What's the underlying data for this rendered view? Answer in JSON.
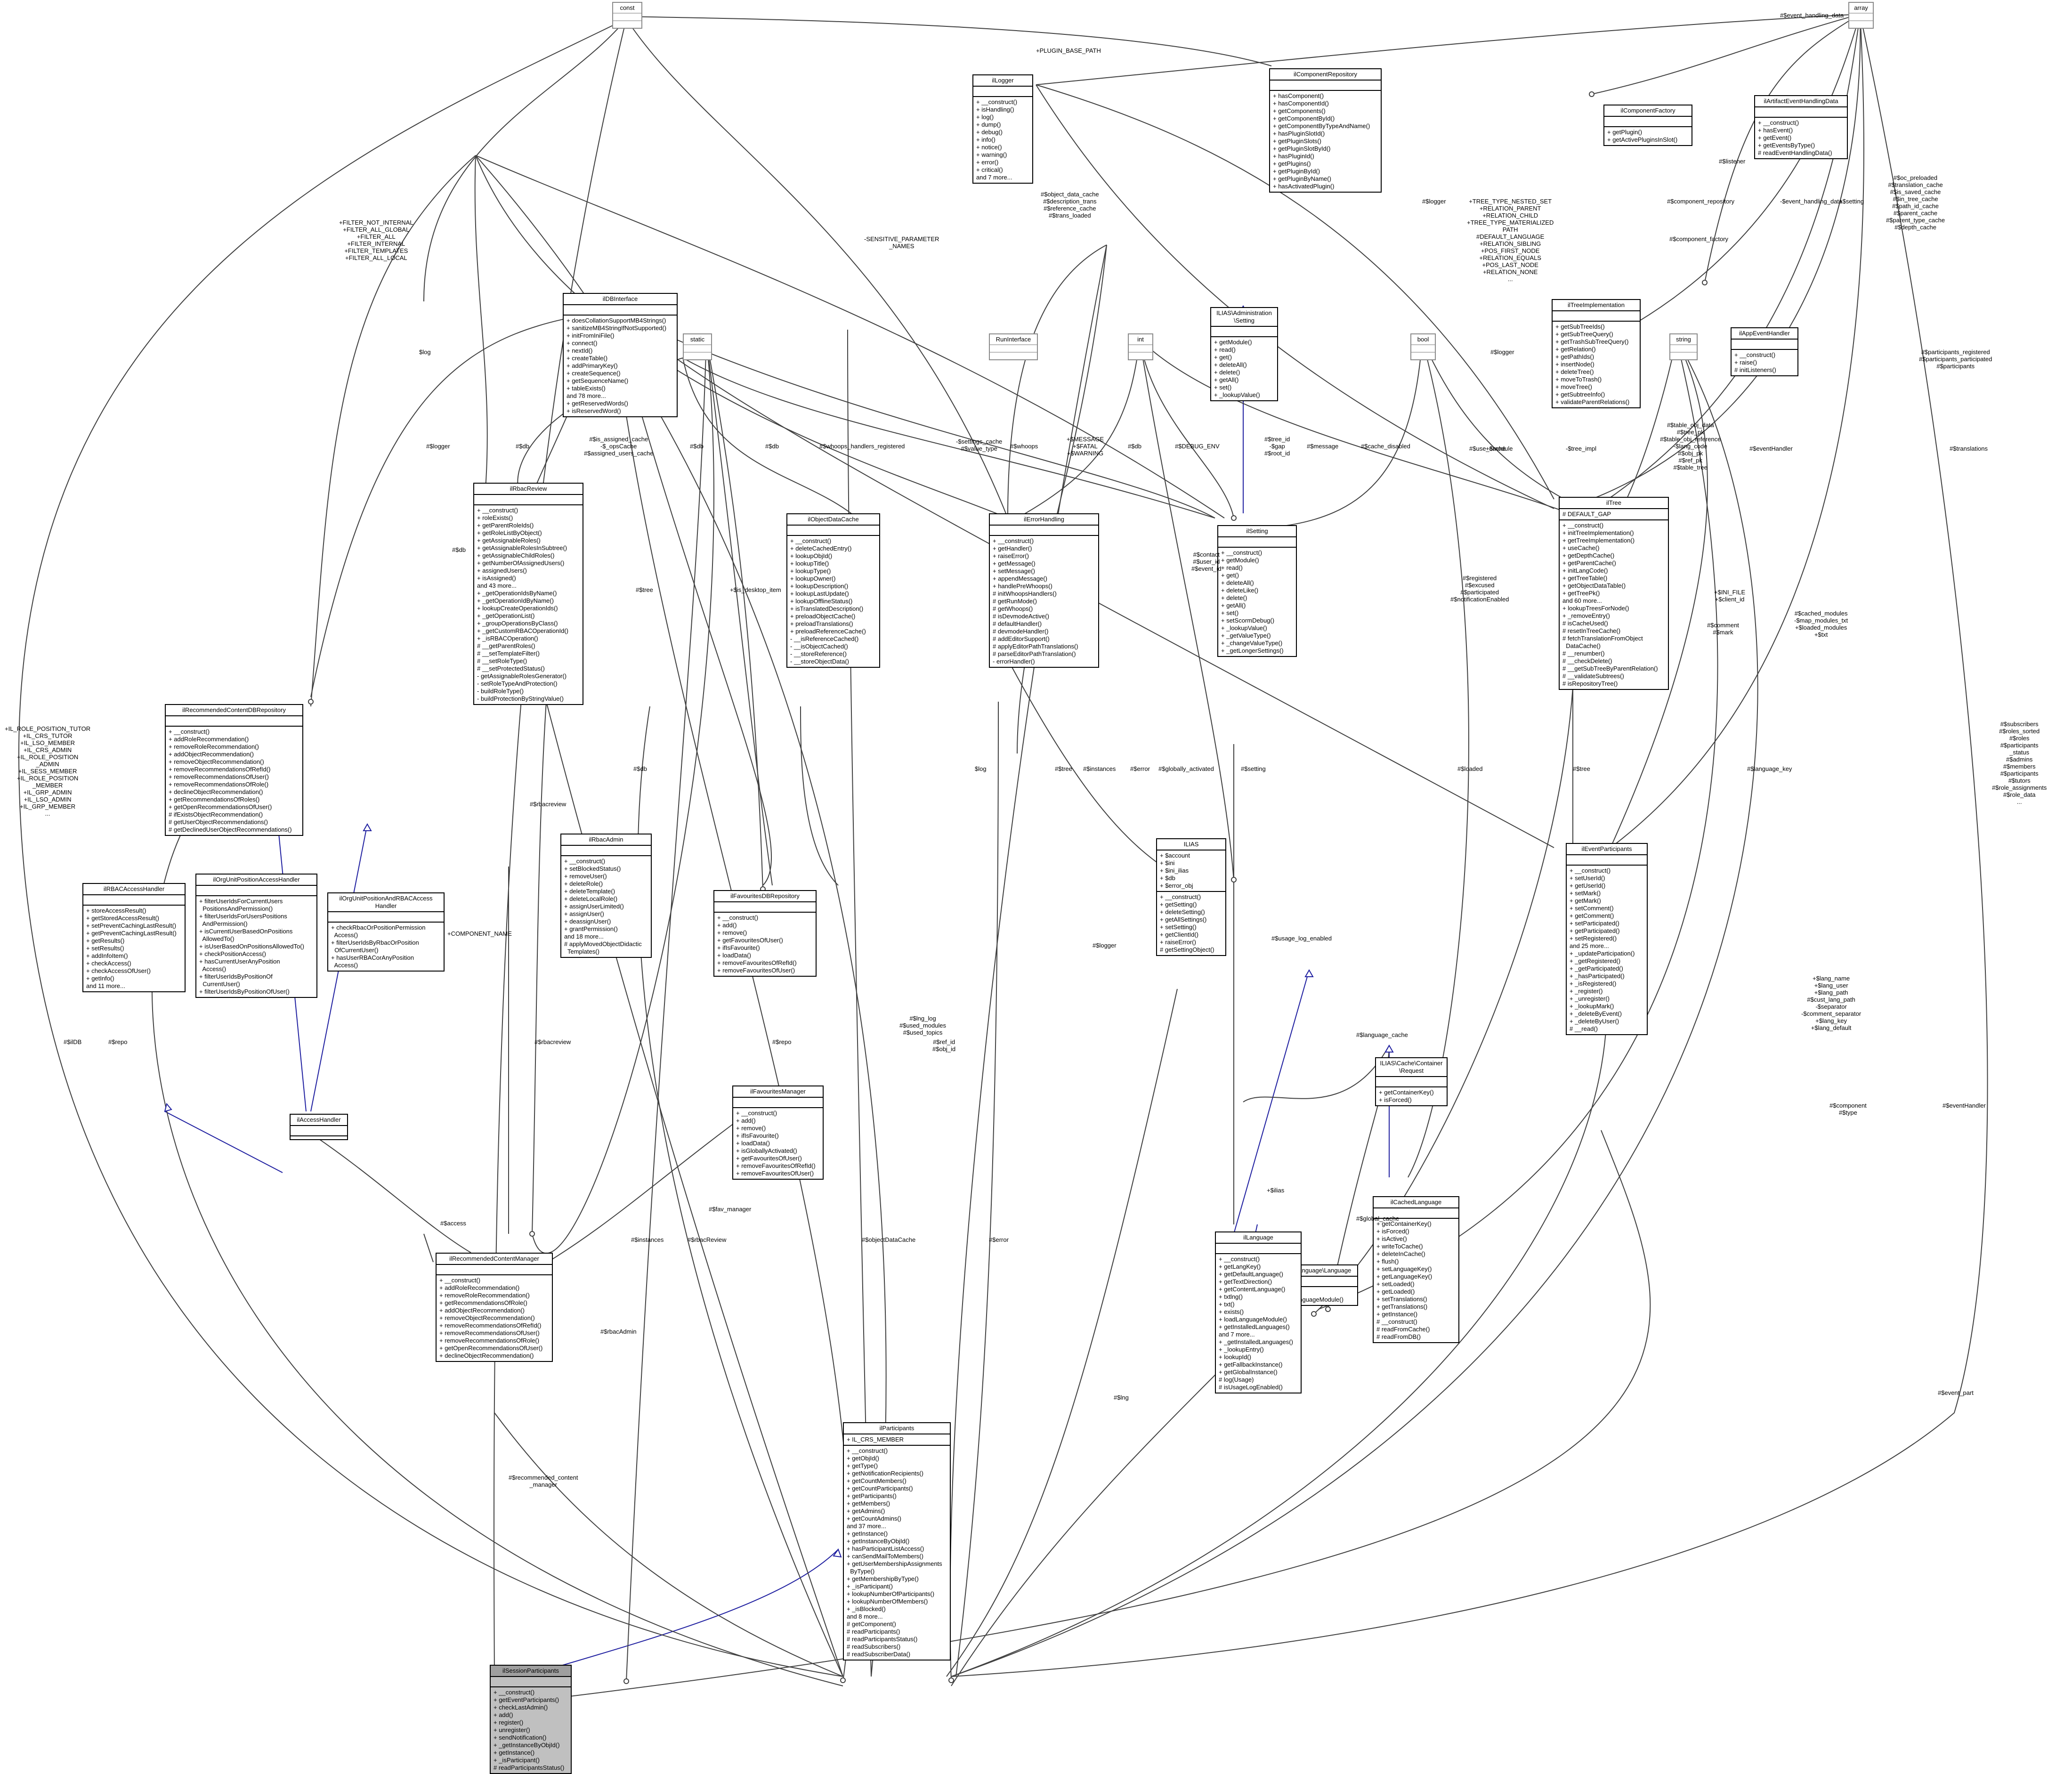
{
  "classes": {
    "const": {
      "name": "const"
    },
    "array": {
      "name": "array"
    },
    "static": {
      "name": "static"
    },
    "runinterface": {
      "name": "RunInterface"
    },
    "int": {
      "name": "int"
    },
    "bool": {
      "name": "bool"
    },
    "string": {
      "name": "string"
    },
    "illogger": {
      "name": "ilLogger",
      "attrs": "",
      "ops": "+ __construct()\n+ isHandling()\n+ log()\n+ dump()\n+ debug()\n+ info()\n+ notice()\n+ warning()\n+ error()\n+ critical()\nand 7 more..."
    },
    "ilcomponentrepository": {
      "name": "ilComponentRepository",
      "attrs": "",
      "ops": "+ hasComponent()\n+ hasComponentId()\n+ getComponents()\n+ getComponentById()\n+ getComponentByTypeAndName()\n+ hasPluginSlotId()\n+ getPluginSlots()\n+ getPluginSlotById()\n+ hasPluginId()\n+ getPlugins()\n+ getPluginById()\n+ getPluginByName()\n+ hasActivatedPlugin()"
    },
    "ilcomponentfactory": {
      "name": "ilComponentFactory",
      "attrs": "",
      "ops": "+ getPlugin()\n+ getActivePluginsInSlot()"
    },
    "ilartifacteventhandlingdata": {
      "name": "ilArtifactEventHandlingData",
      "attrs": "",
      "ops": "+ __construct()\n+ hasEvent()\n+ getEvent()\n+ getEventsByType()\n# readEventHandlingData()"
    },
    "ildbinterface": {
      "name": "ilDBInterface",
      "attrs": "",
      "ops": "+ doesCollationSupportMB4Strings()\n+ sanitizeMB4StringIfNotSupported()\n+ initFromIniFile()\n+ connect()\n+ nextId()\n+ createTable()\n+ addPrimaryKey()\n+ createSequence()\n+ getSequenceName()\n+ tableExists()\nand 78 more...\n+ getReservedWords()\n+ isReservedWord()"
    },
    "ilsetting_adm": {
      "name": "ILIAS\\Administration\n\\Setting",
      "attrs": "",
      "ops": "+ getModule()\n+ read()\n+ get()\n+ deleteAll()\n+ delete()\n+ getAll()\n+ set()\n+ _lookupValue()"
    },
    "iltreeimplementation": {
      "name": "ilTreeImplementation",
      "attrs": "",
      "ops": "+ getSubTreeIds()\n+ getSubTreeQuery()\n+ getTrashSubTreeQuery()\n+ getRelation()\n+ getPathIds()\n+ insertNode()\n+ deleteTree()\n+ moveToTrash()\n+ moveTree()\n+ getSubtreeInfo()\n+ validateParentRelations()"
    },
    "ilappeventhandler": {
      "name": "ilAppEventHandler",
      "attrs": "",
      "ops": "+ __construct()\n+ raise()\n# initListeners()"
    },
    "ilrbacreview": {
      "name": "ilRbacReview",
      "attrs": "",
      "ops": "+ __construct()\n+ roleExists()\n+ getParentRoleIds()\n+ getRoleListByObject()\n+ getAssignableRoles()\n+ getAssignableRolesInSubtree()\n+ getAssignableChildRoles()\n+ getNumberOfAssignedUsers()\n+ assignedUsers()\n+ isAssigned()\nand 43 more...\n+ _getOperationIdsByName()\n+ _getOperationIdByName()\n+ lookupCreateOperationIds()\n+ _getOperationList()\n+ _groupOperationsByClass()\n+ _getCustomRBACOperationId()\n+ _isRBACOperation()\n# __getParentRoles()\n# __setTemplateFilter()\n# __setRoleType()\n# __setProtectedStatus()\n- getAssignableRolesGenerator()\n- setRoleTypeAndProtection()\n- buildRoleType()\n- buildProtectionByStringValue()"
    },
    "ilobjectdatacache": {
      "name": "ilObjectDataCache",
      "attrs": "",
      "ops": "+ __construct()\n+ deleteCachedEntry()\n+ lookupObjId()\n+ lookupTitle()\n+ lookupType()\n+ lookupOwner()\n+ lookupDescription()\n+ lookupLastUpdate()\n+ lookupOfflineStatus()\n+ isTranslatedDescription()\n+ preloadObjectCache()\n+ preloadTranslations()\n+ preloadReferenceCache()\n- __isReferenceCached()\n- __isObjectCached()\n- __storeReference()\n- __storeObjectData()"
    },
    "ilerrorhandling": {
      "name": "ilErrorHandling",
      "attrs": "",
      "ops": "+ __construct()\n+ getHandler()\n+ raiseError()\n+ getMessage()\n+ setMessage()\n+ appendMessage()\n+ handlePreWhoops()\n# initWhoopsHandlers()\n# getRunMode()\n# getWhoops()\n# isDevmodeActive()\n# defaultHandler()\n# devmodeHandler()\n# addEditorSupport()\n# applyEditorPathTranslations()\n# parseEditorPathTranslation()\n- errorHandler()"
    },
    "ilsetting": {
      "name": "ilSetting",
      "attrs": "",
      "ops": "+ __construct()\n+ getModule()\n+ read()\n+ get()\n+ deleteAll()\n+ deleteLike()\n+ delete()\n+ getAll()\n+ set()\n+ setScormDebug()\n+ _lookupValue()\n+ _getValueType()\n+ _changeValueType()\n+ _getLongerSettings()"
    },
    "iltree": {
      "name": "ilTree",
      "attrs": "# DEFAULT_GAP",
      "ops": "+ __construct()\n+ initTreeImplementation()\n+ getTreeImplementation()\n+ useCache()\n+ getDepthCache()\n+ getParentCache()\n+ initLangCode()\n+ getTreeTable()\n+ getObjectDataTable()\n+ getTreePk()\nand 60 more...\n+ lookupTreesForNode()\n+ _removeEntry()\n# isCacheUsed()\n# resetInTreeCache()\n# fetchTranslationFromObject\n  DataCache()\n# __renumber()\n# __checkDelete()\n# __getSubTreeByParentRelation()\n# __validateSubtrees()\n# isRepositoryTree()"
    },
    "ilrecommendedcontentdbrepository": {
      "name": "ilRecommendedContentDBRepository",
      "attrs": "",
      "ops": "+ __construct()\n+ addRoleRecommendation()\n+ removeRoleRecommendation()\n+ addObjectRecommendation()\n+ removeObjectRecommendation()\n+ removeRecommendationsOfRefId()\n+ removeRecommendationsOfUser()\n+ removeRecommendationsOfRole()\n+ declineObjectRecommendation()\n+ getRecommendationsOfRoles()\n+ getOpenRecommendationsOfUser()\n# ifExistsObjectRecommendation()\n# getUserObjectRecommendations()\n# getDeclinedUserObjectRecommendations()"
    },
    "ilrbacadmin": {
      "name": "ilRbacAdmin",
      "attrs": "",
      "ops": "+ __construct()\n+ setBlockedStatus()\n+ removeUser()\n+ deleteRole()\n+ deleteTemplate()\n+ deleteLocalRole()\n+ assignUserLimited()\n+ assignUser()\n+ deassignUser()\n+ grantPermission()\nand 18 more...\n# applyMovedObjectDidactic\n  Templates()"
    },
    "ilfavouritesdbrepository": {
      "name": "ilFavouritesDBRepository",
      "attrs": "",
      "ops": "+ __construct()\n+ add()\n+ remove()\n+ getFavouritesOfUser()\n+ ifIsFavourite()\n+ loadData()\n+ removeFavouritesOfRefId()\n+ removeFavouritesOfUser()"
    },
    "ilias": {
      "name": "ILIAS",
      "attrs": "+ $account\n+ $ini\n+ $ini_ilias\n+ $db\n+ $error_obj",
      "ops": "+ __construct()\n+ getSetting()\n+ deleteSetting()\n+ getAllSettings()\n+ setSetting()\n+ getClientId()\n+ raiseError()\n# getSettingObject()"
    },
    "ileventparticipants": {
      "name": "ilEventParticipants",
      "attrs": "",
      "ops": "+ __construct()\n+ setUserId()\n+ getUserId()\n+ setMark()\n+ getMark()\n+ setComment()\n+ getComment()\n+ setParticipated()\n+ getParticipated()\n+ setRegistered()\nand 25 more...\n+ _updateParticipation()\n+ _getRegistered()\n+ _getParticipated()\n+ _hasParticipated()\n+ _isRegistered()\n+ _register()\n+ _unregister()\n+ _lookupMark()\n+ _deleteByEvent()\n+ _deleteByUser()\n# __read()"
    },
    "ilrbacaccesshandler": {
      "name": "ilRBACAccessHandler",
      "attrs": "",
      "ops": "+ storeAccessResult()\n+ getStoredAccessResult()\n+ setPreventCachingLastResult()\n+ getPreventCachingLastResult()\n+ getResults()\n+ setResults()\n+ addInfoItem()\n+ checkAccess()\n+ checkAccessOfUser()\n+ getInfo()\nand 11 more..."
    },
    "ilorgunitpositionaccesshandler": {
      "name": "ilOrgUnitPositionAccessHandler",
      "attrs": "",
      "ops": "+ filterUserIdsForCurrentUsers\n  PositionsAndPermission()\n+ filterUserIdsForUsersPositions\n  AndPermission()\n+ isCurrentUserBasedOnPositions\n  AllowedTo()\n+ isUserBasedOnPositionsAllowedTo()\n+ checkPositionAccess()\n+ hasCurrentUserAnyPosition\n  Access()\n+ filterUserIdsByPositionOf\n  CurrentUser()\n+ filterUserIdsByPositionOfUser()"
    },
    "ilorgunitpositionandrbacaccesshandler": {
      "name": "ilOrgUnitPositionAndRBACAccess\nHandler",
      "attrs": "",
      "ops": "+ checkRbacOrPositionPermission\n  Access()\n+ filterUserIdsByRbacOrPosition\n  OfCurrentUser()\n+ hasUserRBACorAnyPosition\n  Access()"
    },
    "ilfavouritesmanager": {
      "name": "ilFavouritesManager",
      "attrs": "",
      "ops": "+ __construct()\n+ add()\n+ remove()\n+ ifIsFavourite()\n+ loadData()\n+ isGloballyActivated()\n+ getFavouritesOfUser()\n+ removeFavouritesOfRefId()\n+ removeFavouritesOfUser()"
    },
    "ilcachedlanguage": {
      "name": "ilCachedLanguage",
      "attrs": "",
      "ops": "+ getContainerKey()\n+ isForced()\n+ isActive()\n+ writeToCache()\n+ deleteInCache()\n+ flush()\n+ setLanguageKey()\n+ getLanguageKey()\n+ setLoaded()\n+ getLoaded()\n+ setTranslations()\n+ getTranslations()\n+ getInstance()\n# __construct()\n# readFromCache()\n# readFromDB()"
    },
    "iliascachecontainerrequest": {
      "name": "ILIAS\\Cache\\Container\n\\Request",
      "attrs": "",
      "ops": "+ getContainerKey()\n+ isForced()"
    },
    "iliaslanguagelanguage": {
      "name": "ILIAS\\Language\\Language",
      "attrs": "",
      "ops": "+ txt()\n+ loadLanguageModule()"
    },
    "ilaccesshandler": {
      "name": "ilAccessHandler",
      "attrs": "",
      "ops": ""
    },
    "illanguage": {
      "name": "ilLanguage",
      "attrs": "",
      "ops": "+ __construct()\n+ getLangKey()\n+ getDefaultLanguage()\n+ getTextDirection()\n+ getContentLanguage()\n+ txtlng()\n+ txt()\n+ exists()\n+ loadLanguageModule()\n+ getInstalledLanguages()\nand 7 more...\n+ _getInstalledLanguages()\n+ _lookupEntry()\n+ lookupId()\n+ getFallbackInstance()\n+ getGlobalInstance()\n# log(Usage)\n# isUsageLogEnabled()"
    },
    "ilrecommendedcontentmanager": {
      "name": "ilRecommendedContentManager",
      "attrs": "",
      "ops": "+ __construct()\n+ addRoleRecommendation()\n+ removeRoleRecommendation()\n+ getRecommendationsOfRole()\n+ addObjectRecommendation()\n+ removeObjectRecommendation()\n+ removeRecommendationsOfRefId()\n+ removeRecommendationsOfUser()\n+ removeRecommendationsOfRole()\n+ getOpenRecommendationsOfUser()\n+ declineObjectRecommendation()"
    },
    "ilparticipants": {
      "name": "ilParticipants",
      "attrs": "+ IL_CRS_MEMBER",
      "ops": "+ __construct()\n+ getObjId()\n+ getType()\n+ getNotificationRecipients()\n+ getCountMembers()\n+ getCountParticipants()\n+ getParticipants()\n+ getMembers()\n+ getAdmins()\n+ getCountAdmins()\nand 37 more...\n+ getInstance()\n+ getInstanceByObjId()\n+ hasParticipantListAccess()\n+ canSendMailToMembers()\n+ getUserMembershipAssignments\n  ByType()\n+ getMembershipByType()\n+ _isParticipant()\n+ lookupNumberOfParticipants()\n+ lookupNumberOfMembers()\n+ _isBlocked()\nand 8 more...\n# getComponent()\n# readParticipants()\n# readParticipantsStatus()\n# readSubscribers()\n# readSubscriberData()"
    },
    "ilsessionparticipants": {
      "name": "ilSessionParticipants",
      "attrs": "",
      "ops": "+ __construct()\n+ getEventParticipants()\n+ checkLastAdmin()\n+ add()\n+ register()\n+ unregister()\n+ sendNotification()\n+ _getInstanceByObjId()\n+ getInstance()\n+ _isParticipant()\n# readParticipantsStatus()"
    }
  },
  "labels": {
    "plugin_base_path": "+PLUGIN_BASE_PATH",
    "event_handling_data": "#$event_handling_data",
    "listener": "#$listener",
    "component_repository": "#$component_repository",
    "component_factory": "#$component_factory",
    "event_handling_data2": "-$event_handling_data",
    "setting_arr": "+$setting",
    "caches": "#$oc_preloaded\n#$translation_cache\n#$is_saved_cache\n#$in_tree_cache\n#$path_id_cache\n#$parent_cache\n#$parent_type_cache\n#$depth_cache",
    "tree_consts": "+TREE_TYPE_NESTED_SET\n+RELATION_PARENT\n+RELATION_CHILD\n+TREE_TYPE_MATERIALIZED\nPATH\n#DEFAULT_LANGUAGE\n+RELATION_SIBLING\n+POS_FIRST_NODE\n+RELATION_EQUALS\n+POS_LAST_NODE\n+RELATION_NONE\n...",
    "logger_tree": "#$logger",
    "obj_data_cache": "#$object_data_cache\n#$description_trans\n#$reference_cache\n#$trans_loaded",
    "sensitive": "-SENSITIVE_PARAMETER\n_NAMES",
    "filter": "+FILTER_NOT_INTERNAL\n+FILTER_ALL_GLOBAL\n+FILTER_ALL\n+FILTER_INTERNAL\n+FILTER_TEMPLATES\n+FILTER_ALL_LOCAL",
    "log": "$log",
    "logger_rbac": "#$logger",
    "db1": "#$db",
    "is_assigned": "#$is_assigned_cache\n-$_opsCache\n#$assigned_users_cache",
    "db2": "#$db",
    "db3": "#$db",
    "whoops": "#$whoops_handlers_registered",
    "settings_cache": "-$settings_cache\n#$value_type",
    "whoops2": "#$whoops",
    "message_consts": "+$MESSAGE\n+$FATAL\n+$WARNING",
    "db4": "#$db",
    "debug_env": "#$DEBUG_ENV",
    "message": "#$message",
    "cache_disabled": "#$cache_disabled",
    "tree_id": "#$tree_id\n-$gap\n#$root_id",
    "logger2": "#$logger",
    "module": "+$module",
    "use_cache": "#$use_cache",
    "tree_impl": "-$tree_impl",
    "table_obj": "#$table_obj_data\n#$tree_pk\n#$table_obj_reference\n-$lang_code\n#$obj_pk\n#$ref_pk\n#$table_tree",
    "event_handler": "#$eventHandler",
    "participants_reg": "#$participants_registered\n#$participants_participated\n#$participants",
    "translations": "#$translations",
    "db5": "#$db",
    "contact": "#$contact\n#$user_id\n#$event_id",
    "registered": "#$registered\n#$excused\n#$participated\n#$notificationEnabled",
    "ini_file": "+$INI_FILE\n+$client_id",
    "comment_mark": "#$comment\n#$mark",
    "cached_modules": "#$cached_modules\n-$map_modules_txt\n+$loaded_modules\n+$txt",
    "desktop_item": "+$is_desktop_item",
    "tree": "#$tree",
    "error": "#$error",
    "globally": "#$globally_activated",
    "setting": "#$setting",
    "loaded": "#$loaded",
    "tree2": "#$tree",
    "language_key": "#$language_key",
    "ildb": "#$ilDB",
    "repo": "#$repo",
    "rbacreview": "#$rbacreview",
    "component_name": "+COMPONENT_NAME",
    "rbacreview2": "#$rbacreview",
    "role_consts": "+IL_ROLE_POSITION_TUTOR\n+IL_CRS_TUTOR\n+IL_LSO_MEMBER\n+IL_CRS_ADMIN\n+IL_ROLE_POSITION\n_ADMIN\n+IL_SESS_MEMBER\n+IL_ROLE_POSITION\n_MEMBER\n+IL_GRP_ADMIN\n+IL_LSO_ADMIN\n+IL_GRP_MEMBER\n...",
    "repo2": "#$repo",
    "lng_log": "#$lng_log\n#$used_modules\n#$used_topics",
    "logger3": "#$logger",
    "usage_log": "#$usage_log_enabled",
    "ref_id": "#$ref_id\n#$obj_id",
    "language_cache": "#$language_cache",
    "lang_name": "+$lang_name\n+$lang_user\n+$lang_path\n#$cust_lang_path\n-$separator\n-$comment_separator\n+$lang_key\n+$lang_default",
    "component_type": "#$component\n#$type",
    "event_handler2": "#$eventHandler",
    "subscribers": "#$subscribers\n#$roles_sorted\n#$roles\n#$participants\n_status\n#$admins\n#$members\n#$participants\n#$tutors\n#$role_assignments\n#$role_data\n...",
    "access": "#$access",
    "ilias": "+$ilias",
    "global_cache": "#$global_cache",
    "fav_manager": "#$fav_manager",
    "instances": "#$instances",
    "rbacreview3": "#$rbacReview",
    "object_data_cache2": "#$objectDataCache",
    "error2": "#$error",
    "instances2": "#$instances",
    "rbacadmin": "#$rbacAdmin",
    "rec_manager": "#$recommended_content\n_manager",
    "lng": "#$lng",
    "event_part": "#$event_part"
  }
}
